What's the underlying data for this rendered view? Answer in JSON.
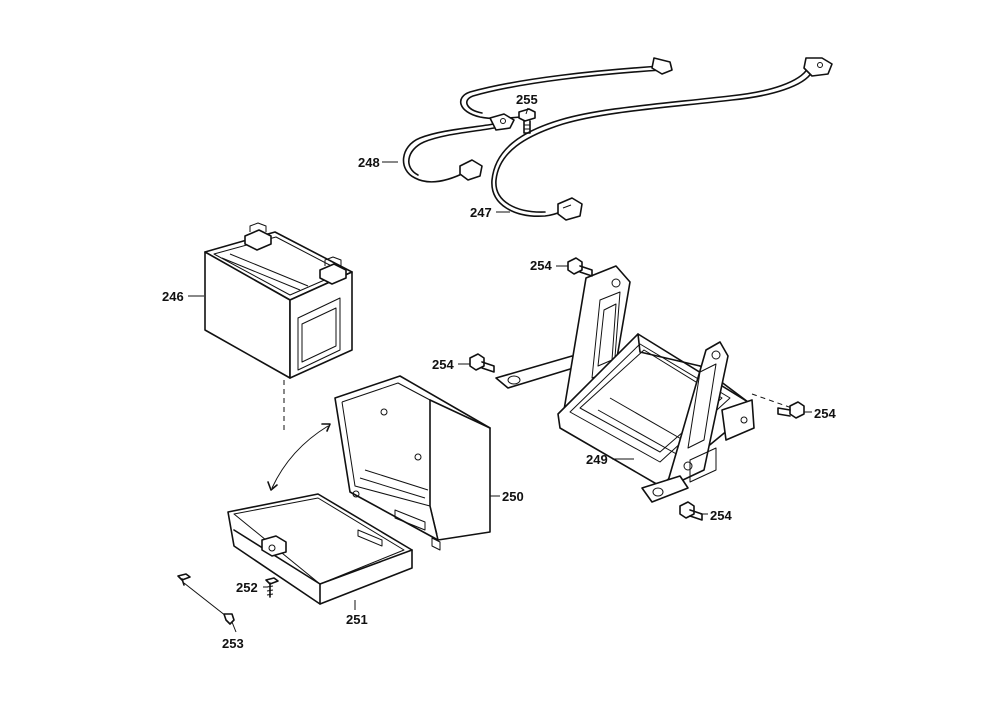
{
  "colors": {
    "line": "#111111",
    "background": "#ffffff"
  },
  "labels": {
    "p246": "246",
    "p247": "247",
    "p248": "248",
    "p249": "249",
    "p250": "250",
    "p251": "251",
    "p252": "252",
    "p253": "253",
    "p254a": "254",
    "p254b": "254",
    "p254c": "254",
    "p254d": "254",
    "p255": "255"
  }
}
